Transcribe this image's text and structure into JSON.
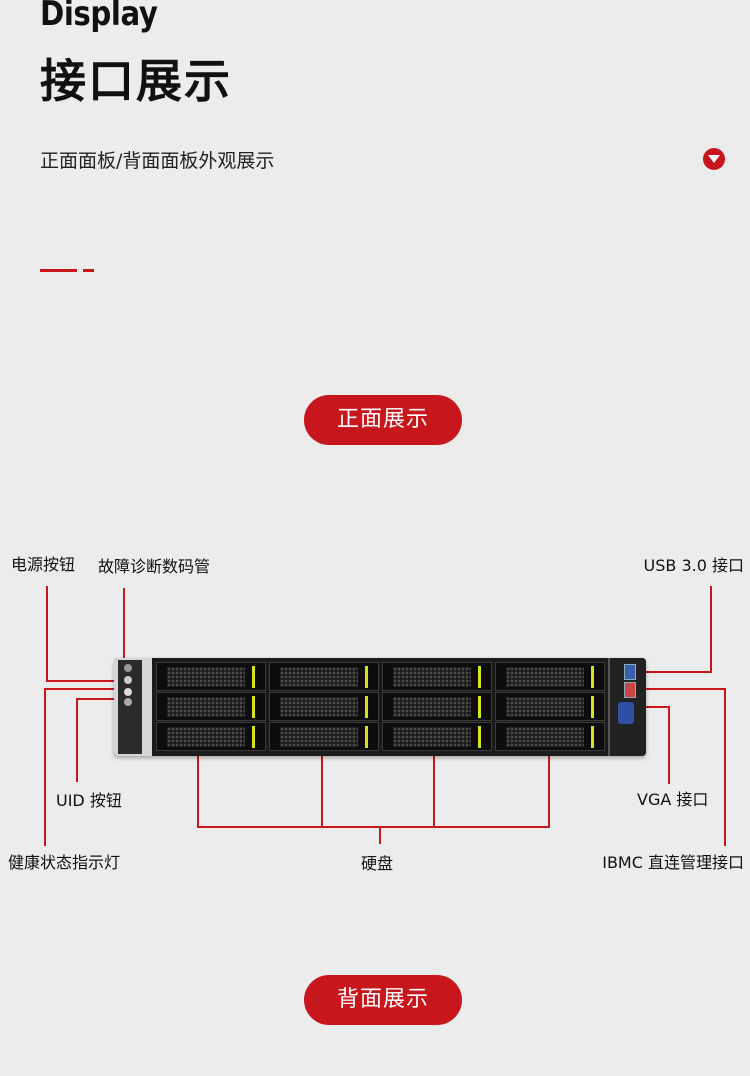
{
  "header": {
    "title_en": "Display",
    "title_cn": "接口展示",
    "subtitle": "正面面板/背面面板外观展示"
  },
  "buttons": {
    "front": "正面展示",
    "back": "背面展示"
  },
  "labels": {
    "power_button": "电源按钮",
    "fault_display": "故障诊断数码管",
    "usb": "USB 3.0 接口",
    "uid_button": "UID 按钮",
    "vga": "VGA 接口",
    "health_led": "健康状态指示灯",
    "disk": "硬盘",
    "ibmc": "IBMC 直连管理接口"
  },
  "colors": {
    "accent": "#c8161d",
    "background": "#ececec",
    "drive_latch": "#d6e21a"
  },
  "icons": {
    "expand": "chevron-down-circle-icon"
  }
}
